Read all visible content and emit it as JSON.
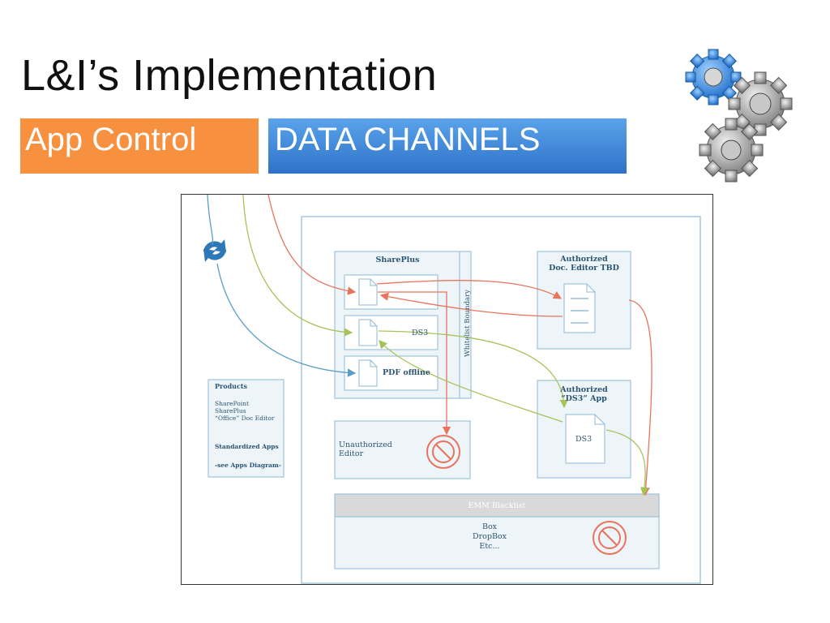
{
  "slide": {
    "title": "L&I’s Implementation",
    "tag_orange": "App Control",
    "tag_blue": "DATA CHANNELS"
  },
  "colors": {
    "orange_tag": "#f7913f",
    "blue_tag": "#2f72c9",
    "box_border": "#8db9d3",
    "box_fill": "#eef5f9",
    "red_line": "#e8735e",
    "green_line": "#a8c25a",
    "blue_line": "#5a9cc4",
    "blacklist_header": "#d9d9d9"
  },
  "diagram": {
    "shareplus_title": "SharePlus",
    "whitelist_label": "Whitelist Boundary",
    "ds3_label": "DS3",
    "pdf_label": "PDF offline",
    "auth_editor_title": "Authorized\nDoc. Editor TBD",
    "auth_ds3_title": "Authorized\n“DS3” App",
    "auth_ds3_doc": "DS3",
    "unauth_title": "Unauthorized\nEditor",
    "products": {
      "heading": "Products",
      "lines": [
        "SharePoint",
        "SharePlus",
        "“Office” Doc Editor"
      ],
      "std_apps": "Standardized Apps",
      "see_apps": "-see Apps Diagram-"
    },
    "blacklist": {
      "header": "EMM Blacklist",
      "items": [
        "Box",
        "DropBox",
        "Etc..."
      ]
    },
    "icons": {
      "sync": "sync-arrows-icon",
      "document": "document-icon",
      "prohibited": "prohibited-icon",
      "gears": "gears-icon"
    }
  }
}
